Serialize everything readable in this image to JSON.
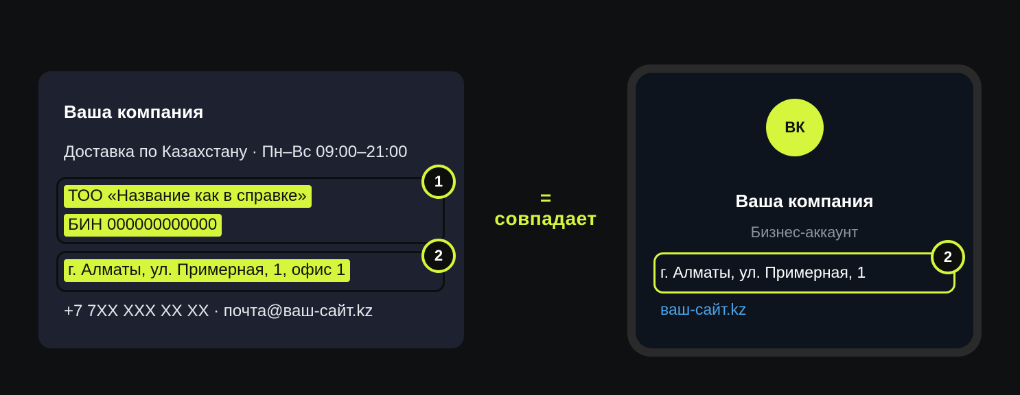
{
  "left_card": {
    "title": "Ваша компания",
    "delivery": "Доставка по Казахстану · Пн–Вс 09:00–21:00",
    "legal_name": "ТОО «Название как в справке»",
    "bin": "БИН 000000000000",
    "address": "г. Алматы, ул. Примерная, 1, офис 1",
    "contacts": "+7 7XX XXX XX XX · почта@ваш-сайт.kz",
    "badge_1": "1",
    "badge_2": "2"
  },
  "middle": {
    "equals": "=",
    "label": "совпадает"
  },
  "profile": {
    "avatar_initials": "ВК",
    "name": "Ваша компания",
    "type": "Бизнес-аккаунт",
    "address": "г. Алматы, ул. Примерная, 1",
    "site": "ваш-сайт.kz",
    "badge_2": "2"
  },
  "colors": {
    "background": "#0f1011",
    "card": "#1e2230",
    "accent": "#d6f53d",
    "link": "#4aa3ea",
    "phone_frame": "#2a2a2b",
    "phone_screen": "#0e141d"
  }
}
